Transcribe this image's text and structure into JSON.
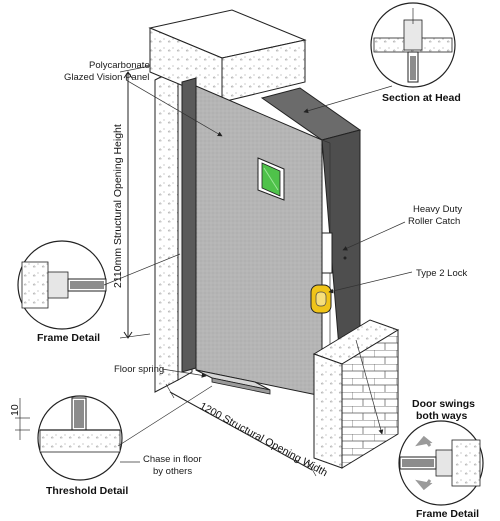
{
  "labels": {
    "vision_panel_line1": "Polycarbonate",
    "vision_panel_line2": "Glazed Vision Panel",
    "section_at_head": "Section at Head",
    "roller_catch_line1": "Heavy Duty",
    "roller_catch_line2": "Roller Catch",
    "type2_lock": "Type 2 Lock",
    "frame_detail_left": "Frame Detail",
    "floor_spring": "Floor spring",
    "door_swings_line1": "Door swings",
    "door_swings_line2": "both ways",
    "threshold_detail": "Threshold Detail",
    "chase_line1": "Chase in floor",
    "chase_line2": "by others",
    "frame_detail_right": "Frame Detail"
  },
  "dimensions": {
    "height": "2110mm Structural Opening Height",
    "width": "1200 Structural Opening Width",
    "threshold": "10"
  },
  "colors": {
    "door_grey": "#b8b8b8",
    "frame_dark": "#5a5a5a",
    "vision_green": "#4fc24a",
    "lock_yellow": "#f0c419",
    "arrow_grey": "#9a9a9a"
  }
}
